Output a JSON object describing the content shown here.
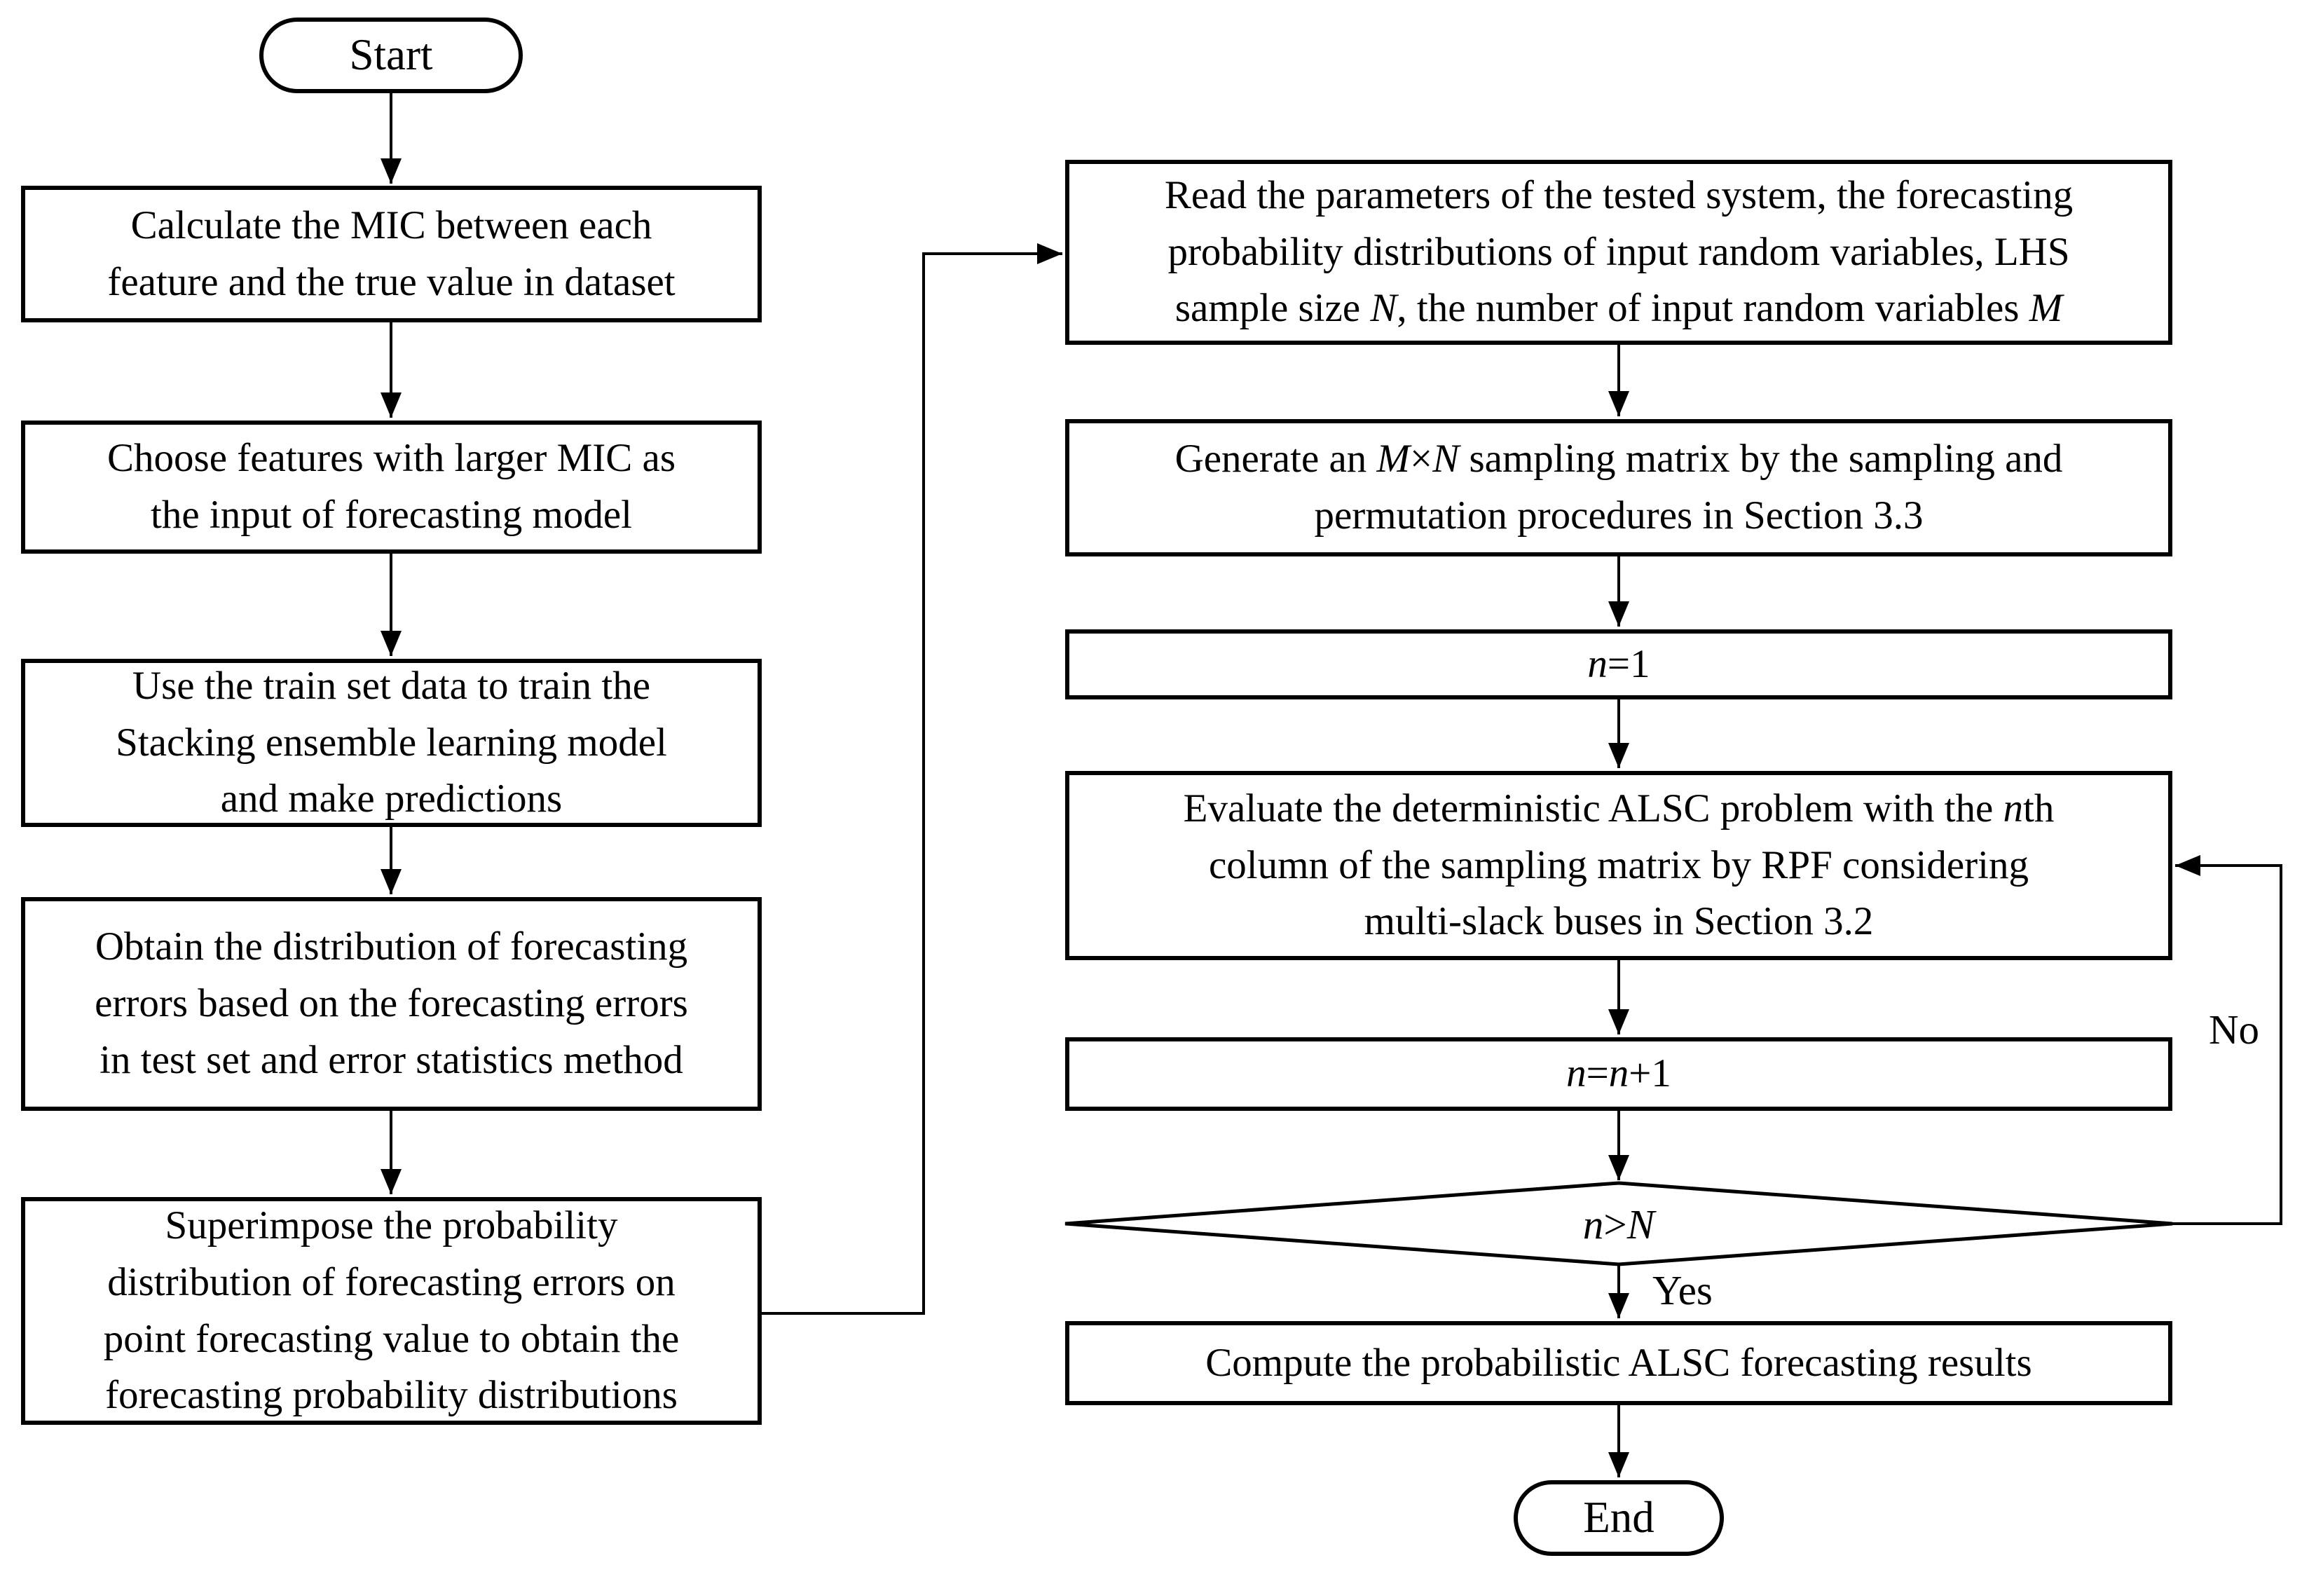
{
  "diagram": {
    "type": "flowchart",
    "colors": {
      "stroke": "#000000",
      "background": "#ffffff",
      "text": "#000000"
    },
    "nodes": {
      "start": "Start",
      "l1": "Calculate the MIC between each\nfeature and the true value in dataset",
      "l2": "Choose features with larger MIC as\nthe input of forecasting model",
      "l3": "Use the train set data to train the\nStacking ensemble learning model\nand make predictions",
      "l4": "Obtain the distribution of forecasting\nerrors based on the forecasting errors\nin test set and error statistics method",
      "l5": "Superimpose the probability\ndistribution of forecasting errors on\npoint forecasting value to obtain the\nforecasting probability distributions",
      "r1": "Read the parameters of the tested system, the forecasting\nprobability distributions of input random variables, LHS\nsample size *N*, the number of input random variables *M*",
      "r2": "Generate an *M*×*N* sampling matrix by the sampling and\npermutation procedures in Section 3.3",
      "r3": "*n*=1",
      "r4": "Evaluate the deterministic ALSC problem with the *n*th\ncolumn of the sampling matrix by RPF considering\nmulti-slack buses in Section 3.2",
      "r5": "*n*=*n*+1",
      "decision": "*n*>*N*",
      "r6": "Compute the probabilistic ALSC forecasting results",
      "end": "End"
    },
    "labels": {
      "yes": "Yes",
      "no": "No"
    }
  }
}
